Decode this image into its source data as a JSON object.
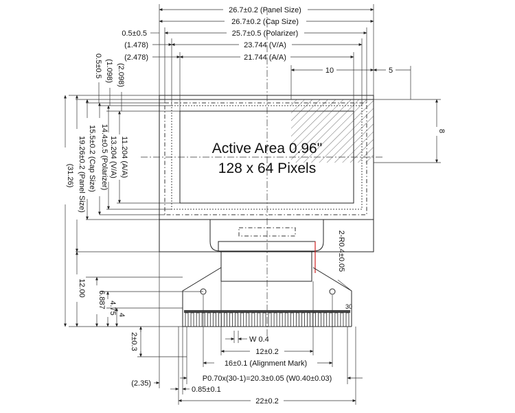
{
  "top_dims": {
    "panel_size": "26.7±0.2 (Panel Size)",
    "cap_size": "26.7±0.2 (Cap Size)",
    "polarizer_offset": "0.5±0.5",
    "polarizer": "25.7±0.5 (Polarizer)",
    "va_offset": "(1.478)",
    "va": "23.744 (V/A)",
    "aa_offset": "(2.478)",
    "aa": "21.744 (A/A)",
    "hatch_width": "10",
    "hatch_margin": "5"
  },
  "left_dims": {
    "pol_offset": "0.5±0.5",
    "va_offset": "(1.098)",
    "aa_offset": "(2.098)",
    "aa": "11.204 (A/A)",
    "va": "13.204 (V/A)",
    "polarizer": "14.4±0.5 (Polarizer)",
    "cap": "15.5±0.2 (Cap Size)",
    "panel": "19.26±0.2 (Panel Size)",
    "total": "(31.26)",
    "fpc_length": "12.00",
    "d_6887": "6.887",
    "d_475": "4.75",
    "d_4": "4"
  },
  "right_dims": {
    "hatch_height": "8",
    "corner_radius": "2-R0.4±0.05",
    "pin_last": "30"
  },
  "center_text": {
    "line1": "Active Area 0.96\"",
    "line2": "128 x 64 Pixels"
  },
  "bottom_dims": {
    "d_2": "2±0.3",
    "w": "W 0.4",
    "d_12": "12±0.2",
    "alignment": "16±0.1 (Alignment Mark)",
    "pitch": "P0.70x(30-1)=20.3±0.05 (W0.40±0.03)",
    "d_235": "(2.35)",
    "d_085": "0.85±0.1",
    "d_22": "22±0.2"
  },
  "pins": {
    "count": 30
  }
}
